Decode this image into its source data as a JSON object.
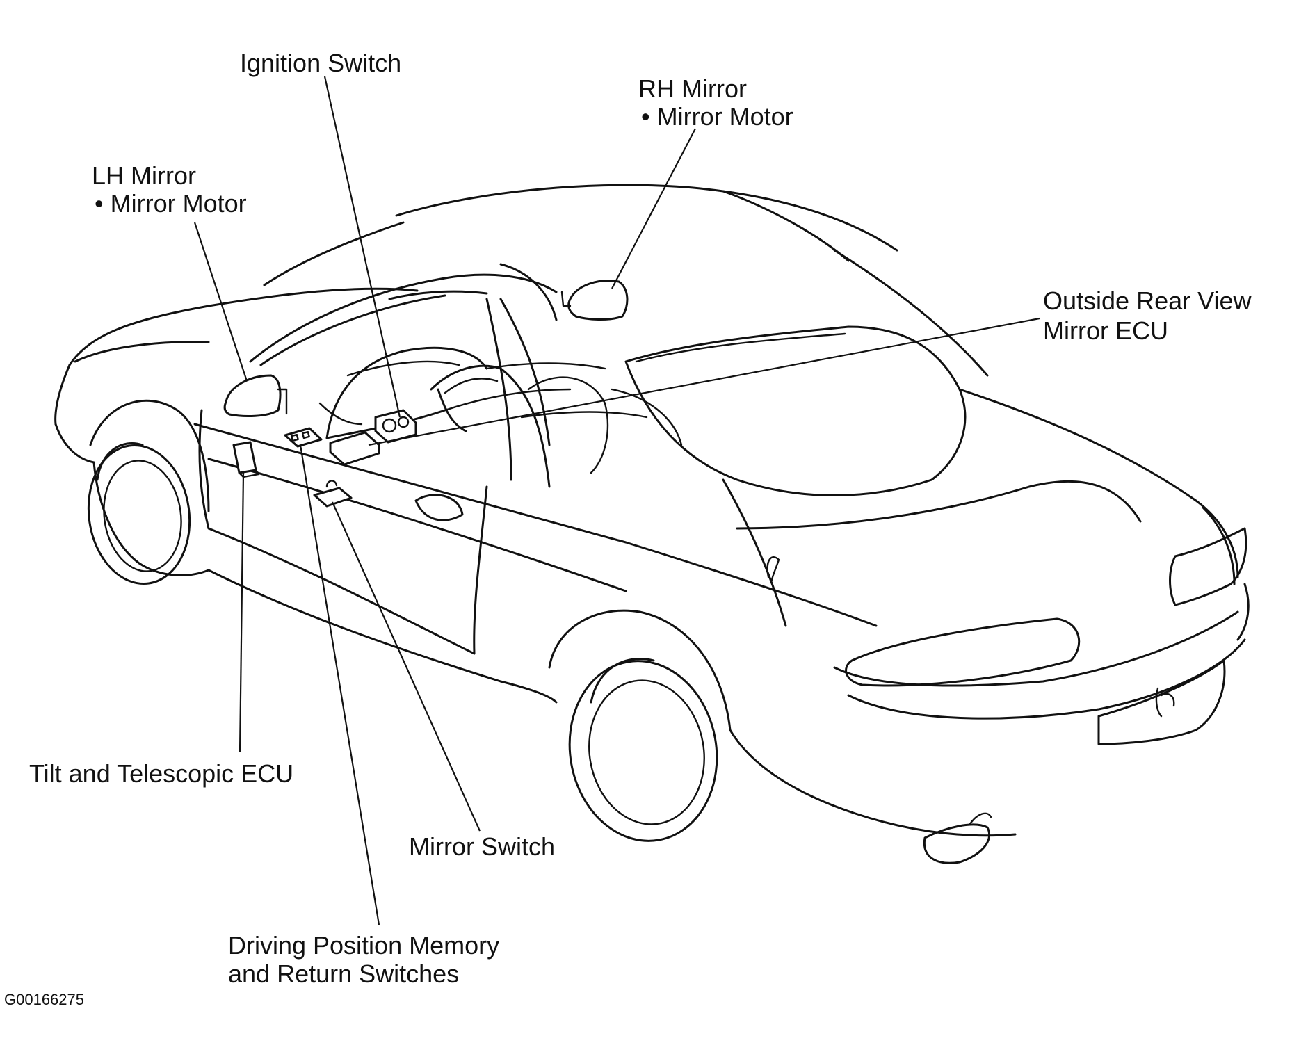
{
  "labels": {
    "ignition_switch": "Ignition Switch",
    "rh_mirror": "RH Mirror",
    "rh_mirror_motor": "• Mirror Motor",
    "lh_mirror": "LH Mirror",
    "lh_mirror_motor": "• Mirror Motor",
    "outside_ecu_line1": "Outside Rear View",
    "outside_ecu_line2": "Mirror ECU",
    "tilt_telescopic_ecu": "Tilt and Telescopic ECU",
    "mirror_switch": "Mirror Switch",
    "driving_memory_line1": "Driving Position Memory",
    "driving_memory_line2": "and Return Switches"
  },
  "figure_id": "G00166275"
}
